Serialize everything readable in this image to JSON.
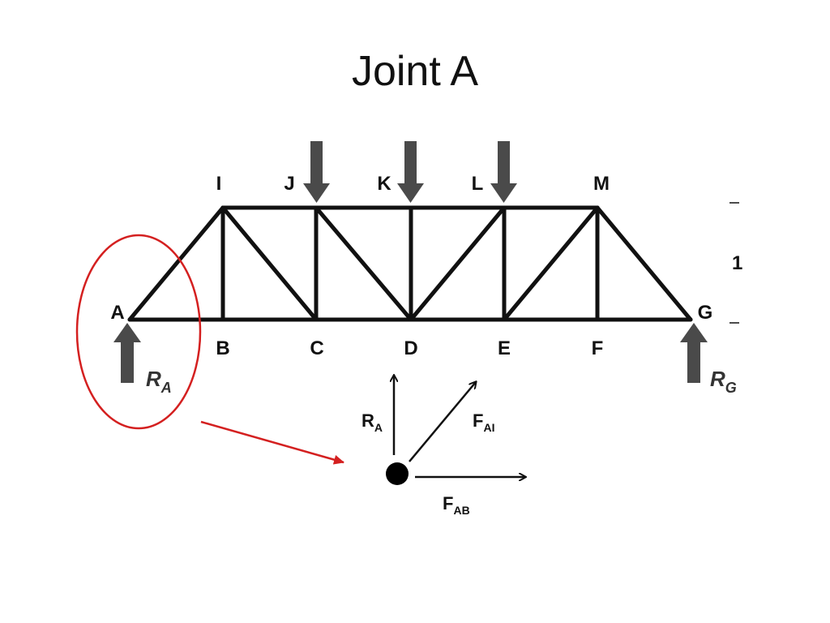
{
  "slide": {
    "title": "Joint A"
  },
  "truss": {
    "top_joints": [
      "I",
      "J",
      "K",
      "L",
      "M"
    ],
    "bottom_joints": [
      "A",
      "B",
      "C",
      "D",
      "E",
      "F",
      "G"
    ],
    "reactions": [
      {
        "main": "R",
        "sub": "A"
      },
      {
        "main": "R",
        "sub": "G"
      }
    ],
    "dimension_label": "1",
    "load_count": 3,
    "member_color": "#111111",
    "load_color": "#4a4a4a"
  },
  "highlight": {
    "color": "#d42020"
  },
  "free_body": {
    "labels": [
      {
        "main": "R",
        "sub": "A"
      },
      {
        "main": "F",
        "sub": "AI"
      },
      {
        "main": "F",
        "sub": "AB"
      }
    ]
  }
}
